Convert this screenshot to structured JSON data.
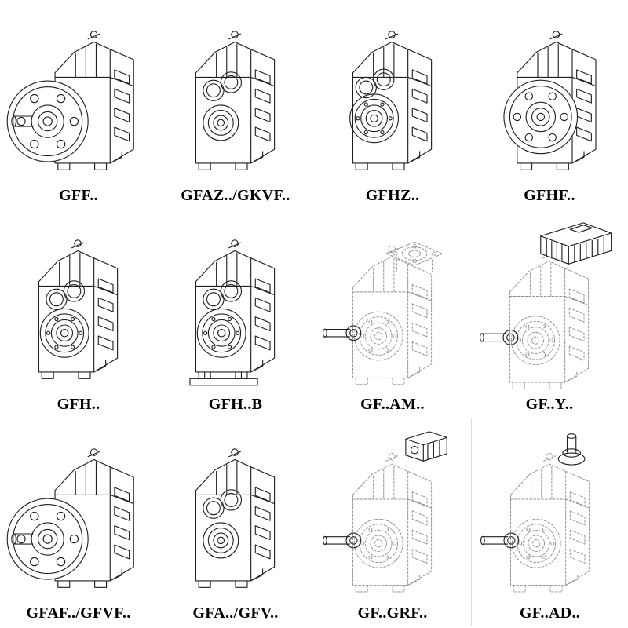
{
  "page": {
    "background": "#ffffff"
  },
  "colors": {
    "solid_line": "#1f1f1f",
    "phantom_line": "#8f8f8f",
    "label_text": "#000000"
  },
  "grid": {
    "columns": 4,
    "rows": 3,
    "items": [
      {
        "label": "GFF..",
        "drawing": "parallel-shaft-gearbox-output-flange-shaft",
        "linework": "solid"
      },
      {
        "label": "GFAZ../GKVF..",
        "drawing": "parallel-shaft-gearbox-hollow-shaft",
        "linework": "solid"
      },
      {
        "label": "GFHZ..",
        "drawing": "parallel-shaft-gearbox-hollow-shrink-disc",
        "linework": "solid"
      },
      {
        "label": "GFHF..",
        "drawing": "parallel-shaft-gearbox-face-flange",
        "linework": "solid"
      },
      {
        "label": "GFH..",
        "drawing": "parallel-shaft-gearbox-hollow-shaft",
        "linework": "solid"
      },
      {
        "label": "GFH..B",
        "drawing": "parallel-shaft-gearbox-hollow-shaft-base",
        "linework": "solid"
      },
      {
        "label": "GF..AM..",
        "drawing": "parallel-shaft-gearbox-iec-adapter",
        "linework": "phantom"
      },
      {
        "label": "GF..Y..",
        "drawing": "parallel-shaft-gearbox-with-motor",
        "linework": "phantom"
      },
      {
        "label": "GFAF../GFVF..",
        "drawing": "parallel-shaft-gearbox-output-flange-shaft",
        "linework": "solid"
      },
      {
        "label": "GFA../GFV..",
        "drawing": "parallel-shaft-gearbox-solid-shaft",
        "linework": "solid"
      },
      {
        "label": "GF..GRF..",
        "drawing": "parallel-shaft-gearbox-input-gear-unit",
        "linework": "phantom"
      },
      {
        "label": "GF..AD..",
        "drawing": "parallel-shaft-gearbox-input-shaft-top",
        "linework": "phantom"
      }
    ]
  }
}
